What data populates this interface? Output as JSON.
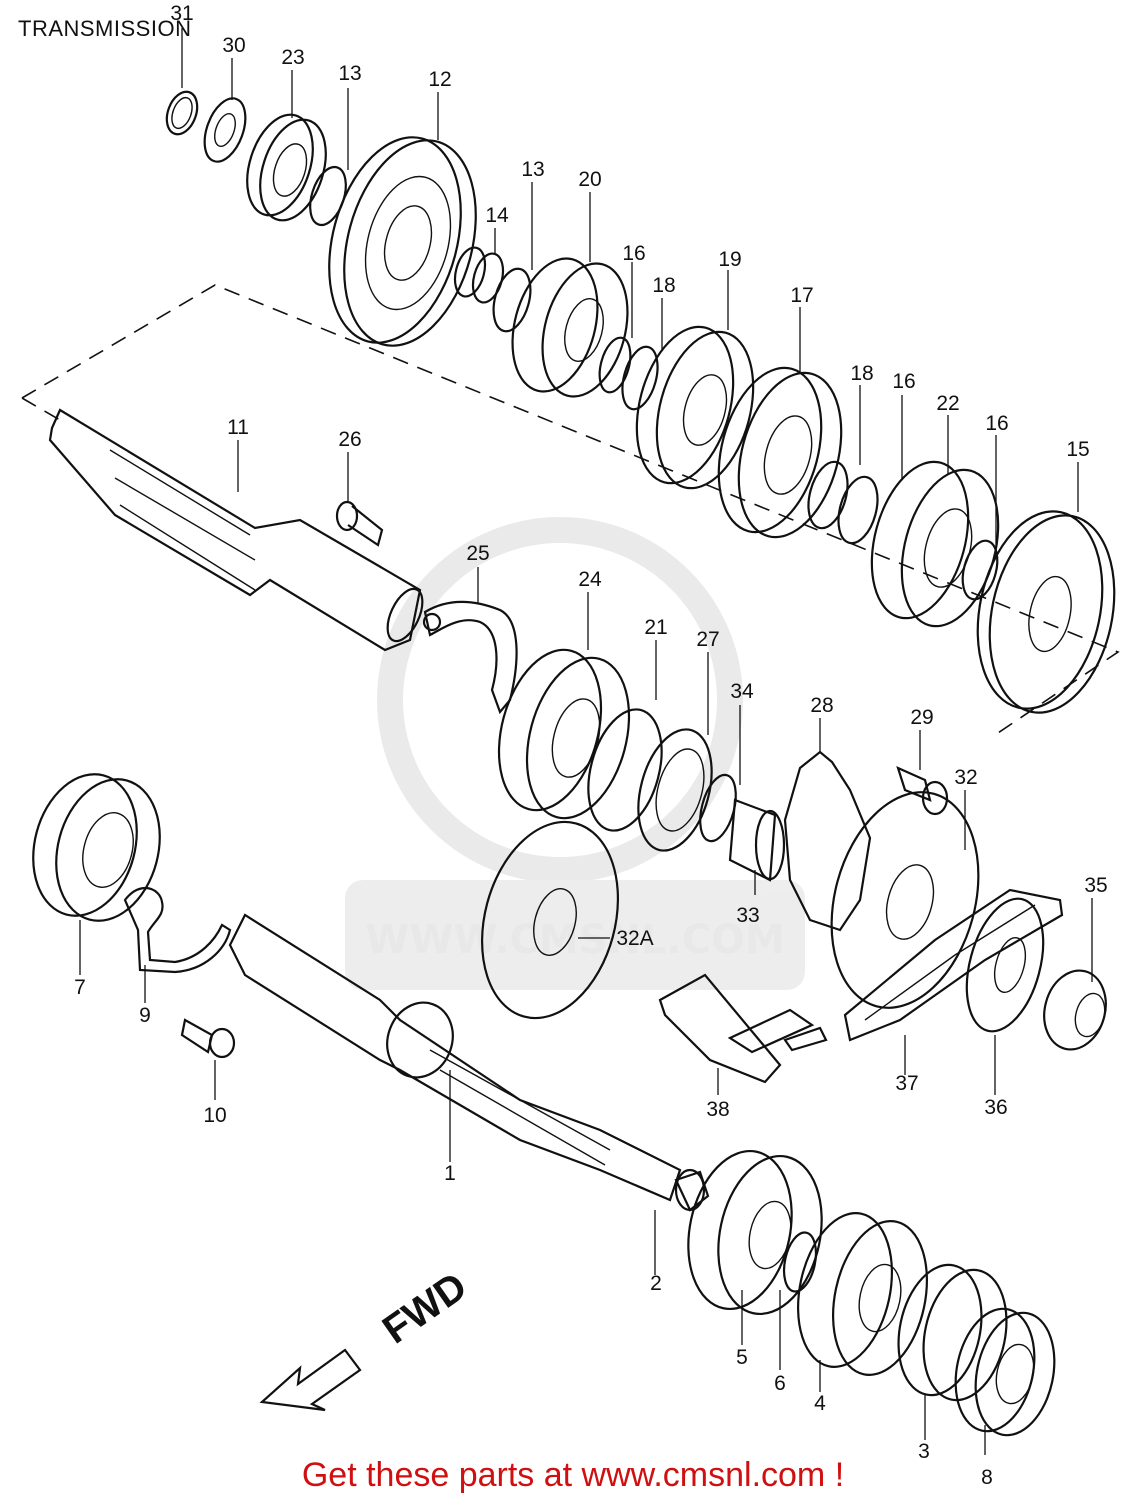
{
  "title": "TRANSMISSION",
  "footer": "Get these parts at www.cmsnl.com !",
  "watermark": {
    "name": "cmsnl-logo-watermark",
    "text": "WWW.CMSNL.COM",
    "color": "#e4e4e4"
  },
  "arrow_label": "FWD",
  "colors": {
    "line": "#111111",
    "footer": "#d01010"
  },
  "callouts": [
    {
      "id": "c31",
      "text": "31"
    },
    {
      "id": "c30",
      "text": "30"
    },
    {
      "id": "c23",
      "text": "23"
    },
    {
      "id": "c13a",
      "text": "13"
    },
    {
      "id": "c12",
      "text": "12"
    },
    {
      "id": "c14",
      "text": "14"
    },
    {
      "id": "c13b",
      "text": "13"
    },
    {
      "id": "c20",
      "text": "20"
    },
    {
      "id": "c16a",
      "text": "16"
    },
    {
      "id": "c18a",
      "text": "18"
    },
    {
      "id": "c19",
      "text": "19"
    },
    {
      "id": "c17",
      "text": "17"
    },
    {
      "id": "c18b",
      "text": "18"
    },
    {
      "id": "c16b",
      "text": "16"
    },
    {
      "id": "c22",
      "text": "22"
    },
    {
      "id": "c16c",
      "text": "16"
    },
    {
      "id": "c15",
      "text": "15"
    },
    {
      "id": "c11",
      "text": "11"
    },
    {
      "id": "c26",
      "text": "26"
    },
    {
      "id": "c25",
      "text": "25"
    },
    {
      "id": "c24",
      "text": "24"
    },
    {
      "id": "c21",
      "text": "21"
    },
    {
      "id": "c27",
      "text": "27"
    },
    {
      "id": "c34",
      "text": "34"
    },
    {
      "id": "c28",
      "text": "28"
    },
    {
      "id": "c29",
      "text": "29"
    },
    {
      "id": "c32",
      "text": "32"
    },
    {
      "id": "c35",
      "text": "35"
    },
    {
      "id": "c32A",
      "text": "32A"
    },
    {
      "id": "c33",
      "text": "33"
    },
    {
      "id": "c7",
      "text": "7"
    },
    {
      "id": "c9",
      "text": "9"
    },
    {
      "id": "c10",
      "text": "10"
    },
    {
      "id": "c1",
      "text": "1"
    },
    {
      "id": "c38",
      "text": "38"
    },
    {
      "id": "c37",
      "text": "37"
    },
    {
      "id": "c36",
      "text": "36"
    },
    {
      "id": "c2",
      "text": "2"
    },
    {
      "id": "c5",
      "text": "5"
    },
    {
      "id": "c6",
      "text": "6"
    },
    {
      "id": "c4",
      "text": "4"
    },
    {
      "id": "c3",
      "text": "3"
    },
    {
      "id": "c8",
      "text": "8"
    }
  ]
}
